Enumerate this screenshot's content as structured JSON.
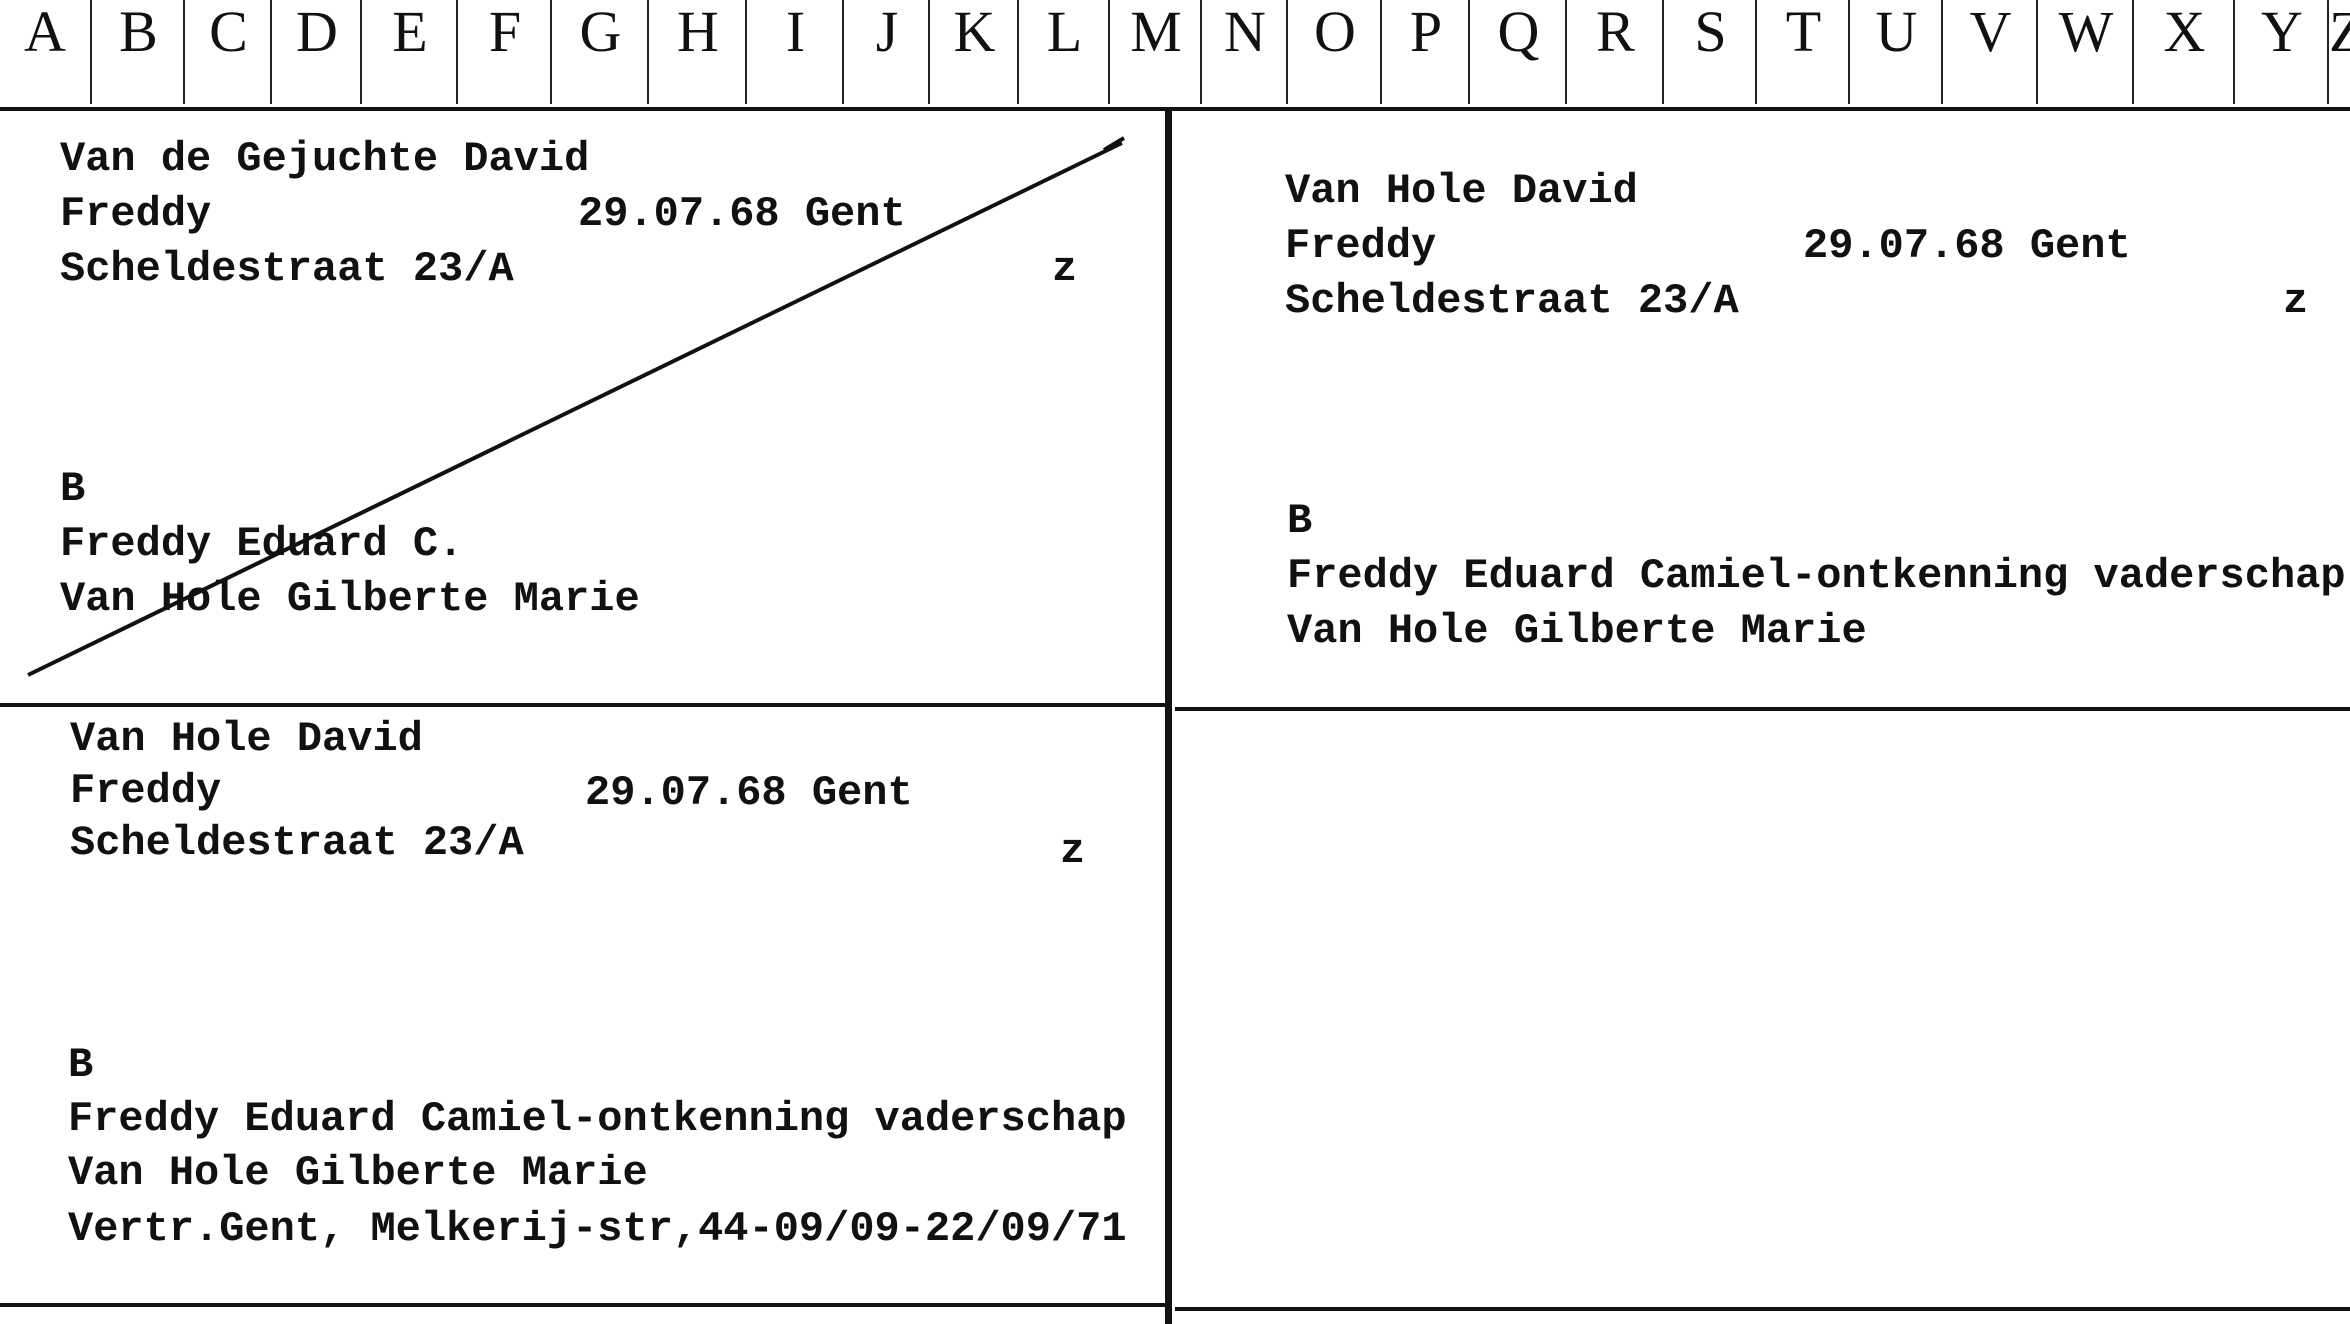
{
  "alphabet": [
    "A",
    "B",
    "C",
    "D",
    "E",
    "F",
    "G",
    "H",
    "I",
    "J",
    "K",
    "L",
    "M",
    "N",
    "O",
    "P",
    "Q",
    "R",
    "S",
    "T",
    "U",
    "V",
    "W",
    "X",
    "Y",
    "Z"
  ],
  "cards": {
    "card1": {
      "name": "Van de Gejuchte David",
      "given": "Freddy",
      "birth": "29.07.68 Gent",
      "address": "Scheldestraat 23/A",
      "code": "z",
      "b_label": "B",
      "father": "Freddy Eduard C.",
      "mother": "Van Hole Gilberte Marie",
      "struck_out": true
    },
    "card2": {
      "name": "Van Hole David",
      "given": "Freddy",
      "birth": "29.07.68 Gent",
      "address": "Scheldestraat 23/A",
      "code": "z",
      "b_label": "B",
      "father": "Freddy Eduard Camiel-ontkenning vaderschap",
      "mother": "Van Hole Gilberte Marie"
    },
    "card3": {
      "name": "Van Hole David",
      "given": "Freddy",
      "birth": "29.07.68 Gent",
      "address": "Scheldestraat 23/A",
      "code": "z",
      "b_label": "B",
      "father": "Freddy Eduard Camiel-ontkenning vaderschap",
      "mother": "Van Hole Gilberte Marie",
      "note": "Vertr.Gent, Melkerij-str,44-09/09-22/09/71"
    }
  }
}
